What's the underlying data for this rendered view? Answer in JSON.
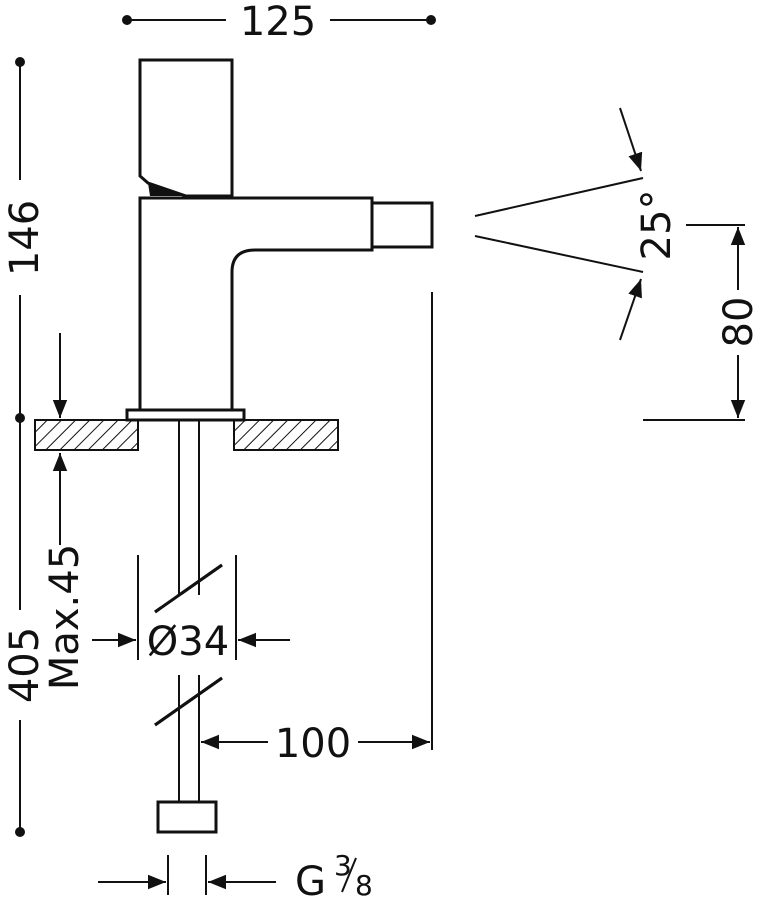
{
  "dimensions": {
    "width_top": "125",
    "height_upper": "146",
    "height_total": "405",
    "max_thickness": "Max.45",
    "hole_diameter": "Ø34",
    "spray_angle": "25°",
    "spray_height": "80",
    "reach": "100",
    "connection_main": "G",
    "connection_num": "3",
    "connection_den": "8"
  }
}
